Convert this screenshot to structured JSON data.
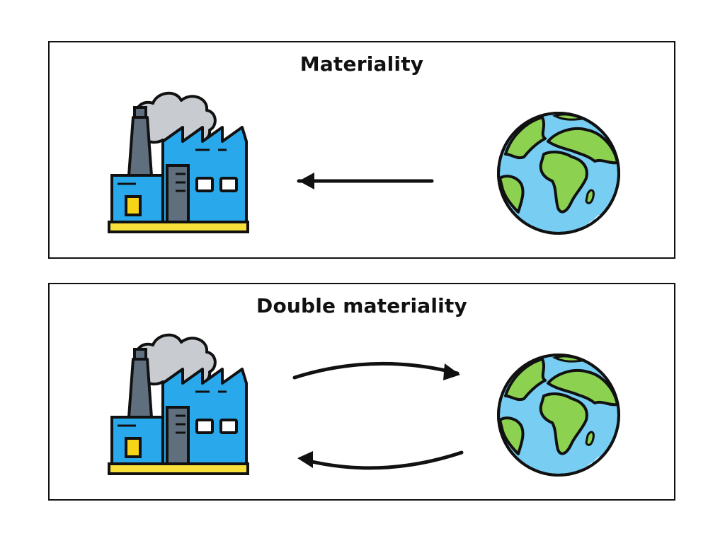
{
  "panels": [
    {
      "title": "Materiality",
      "arrows": [
        "globe-to-factory"
      ]
    },
    {
      "title": "Double materiality",
      "arrows": [
        "factory-to-globe",
        "globe-to-factory"
      ]
    }
  ],
  "colors": {
    "factory_blue": "#29a9eb",
    "chimney_gray": "#5f6f7e",
    "smoke_gray": "#c8ccd0",
    "door_gray": "#5f6f7e",
    "door_yellow": "#f7d417",
    "ground_yellow": "#f7e03a",
    "ocean_blue": "#78cdf2",
    "land_green": "#8cd14f",
    "outline": "#111111"
  },
  "icons": {
    "factory": "factory-icon",
    "globe": "globe-icon",
    "smoke": "smoke-cloud-icon"
  }
}
